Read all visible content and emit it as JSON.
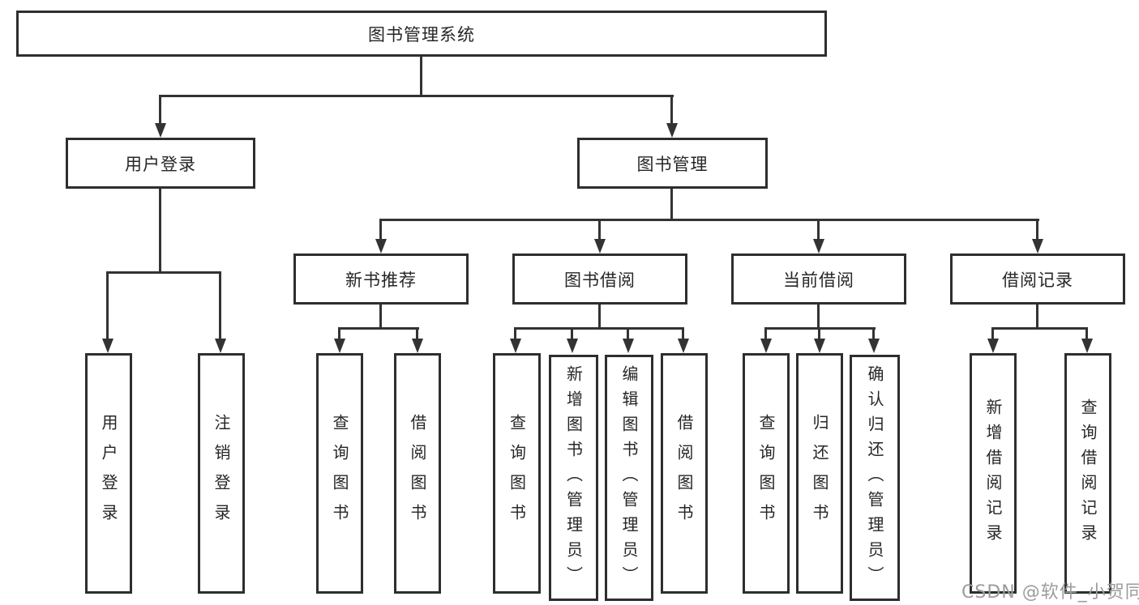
{
  "diagram": {
    "root": {
      "label": "图书管理系统"
    },
    "branches": [
      {
        "label": "用户登录",
        "children": [
          {
            "label": "用户登录"
          },
          {
            "label": "注销登录"
          }
        ]
      },
      {
        "label": "图书管理",
        "sections": [
          {
            "label": "新书推荐",
            "children": [
              {
                "label": "查询图书"
              },
              {
                "label": "借阅图书"
              }
            ]
          },
          {
            "label": "图书借阅",
            "children": [
              {
                "label": "查询图书"
              },
              {
                "label": "新增图书（管理员）"
              },
              {
                "label": "编辑图书（管理员）"
              },
              {
                "label": "借阅图书"
              }
            ]
          },
          {
            "label": "当前借阅",
            "children": [
              {
                "label": "查询图书"
              },
              {
                "label": "归还图书"
              },
              {
                "label": "确认归还（管理员）"
              }
            ]
          },
          {
            "label": "借阅记录",
            "children": [
              {
                "label": "新增借阅记录"
              },
              {
                "label": "查询借阅记录"
              }
            ]
          }
        ]
      }
    ]
  },
  "watermark": {
    "text": "CSDN @软件_小贺同学"
  },
  "colors": {
    "line": "#333333",
    "box_border": "#2e2e2e",
    "text": "#262626",
    "watermark": "#9c9c9c",
    "background": "#ffffff"
  }
}
